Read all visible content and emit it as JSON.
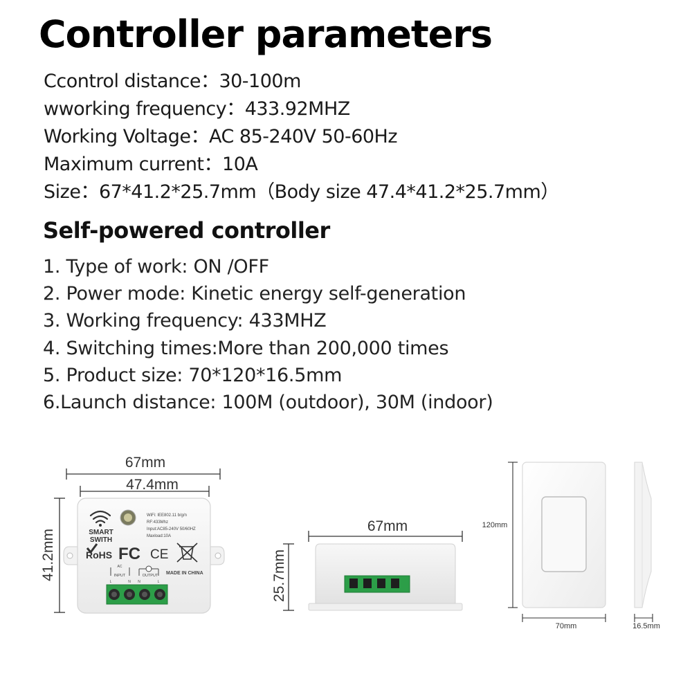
{
  "title": "Controller parameters",
  "parameters": [
    {
      "label": "Ccontrol distance：",
      "value": "30-100m"
    },
    {
      "label": "wworking frequency：",
      "value": "433.92MHZ"
    },
    {
      "label": "Working Voltage：",
      "value": "AC 85-240V 50-60Hz"
    },
    {
      "label": "Maximum current：",
      "value": "10A"
    },
    {
      "label": "Size：",
      "value": "67*41.2*25.7mm（Body size 47.4*41.2*25.7mm）"
    }
  ],
  "subtitle": "Self-powered controller",
  "features": [
    "1. Type  of work: ON /OFF",
    "2. Power mode: Kinetic energy self-generation",
    "3. Working frequency: 433MHZ",
    "4. Switching times:More than 200,000 times",
    "5. Product size: 70*120*16.5mm",
    "6.Launch distance: 100M (outdoor), 30M (indoor)"
  ],
  "dimensions": {
    "receiver_front": {
      "width_total": "67mm",
      "width_body": "47.4mm",
      "height": "41.2mm"
    },
    "receiver_side": {
      "width": "67mm",
      "height": "25.7mm"
    },
    "switch": {
      "height": "120mm",
      "width": "70mm",
      "depth": "16.5mm"
    }
  },
  "receiver_labels": {
    "brand_line1": "SMART",
    "brand_line2": "SWITH",
    "rohs": "RoHS",
    "fc": "FC",
    "ce": "CE",
    "spec1": "WiFi: IEE802.11 b/g/n",
    "spec2": "RF:433Mhz",
    "spec3": "Input:AC85-240V 50/60HZ",
    "spec4": "Maxload:10A",
    "ac": "AC",
    "input": "INPUT",
    "output": "OUTPUT",
    "made_in": "MADE IN CHINA",
    "term_l1": "L",
    "term_n1": "N",
    "term_n2": "N",
    "term_l2": "L"
  }
}
